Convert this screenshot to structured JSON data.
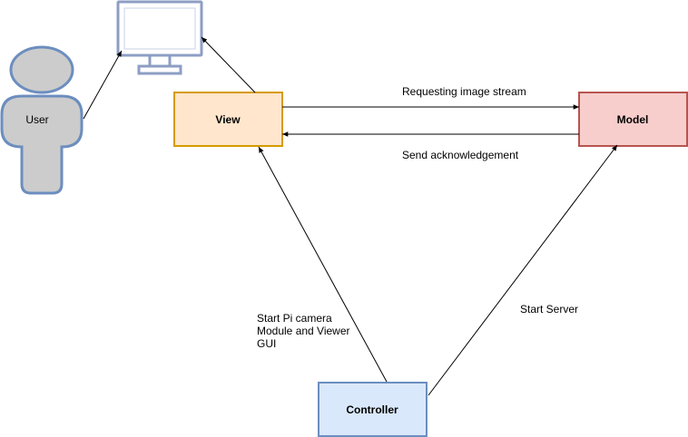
{
  "nodes": {
    "user": {
      "label": "User"
    },
    "monitor": {
      "label": ""
    },
    "view": {
      "label": "View"
    },
    "model": {
      "label": "Model"
    },
    "controller": {
      "label": "Controller"
    }
  },
  "edges": {
    "requesting": {
      "label": "Requesting image stream"
    },
    "acknowledgement": {
      "label": "Send acknowledgement"
    },
    "start_pi": {
      "lines": [
        "Start Pi camera",
        "Module and Viewer",
        "GUI"
      ]
    },
    "start_server": {
      "label": "Start Server"
    }
  },
  "colors": {
    "view_fill": "#ffe6cc",
    "view_stroke": "#d79b00",
    "model_fill": "#f8cecc",
    "model_stroke": "#b85450",
    "controller_fill": "#dae8fc",
    "controller_stroke": "#6c8ebf",
    "user_fill": "#cccccc",
    "user_stroke": "#6c8ebf",
    "monitor_stroke": "#8d9ec3"
  }
}
